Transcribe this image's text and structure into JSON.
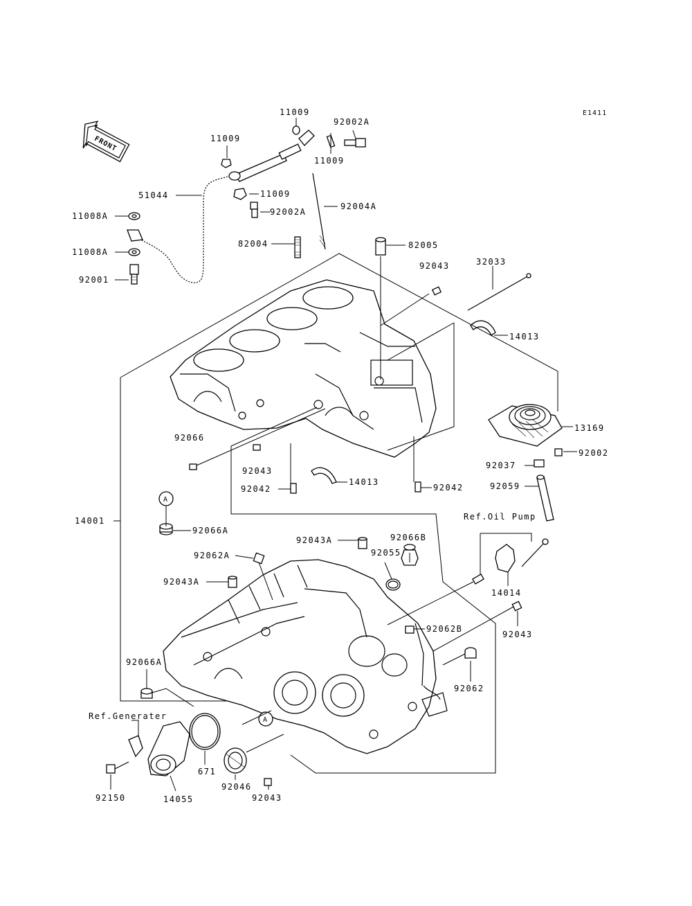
{
  "diagram_code": "E1411",
  "front_label": "FRONT",
  "circle_marker": "A",
  "labels": {
    "p11009_a": "11009",
    "p92002a_a": "92002A",
    "p11009_b": "11009",
    "p11009_c": "11009",
    "p11009_d": "11009",
    "p51044": "51044",
    "p92002a_b": "92002A",
    "p92004a": "92004A",
    "p11008a_a": "11008A",
    "p11008a_b": "11008A",
    "p92001": "92001",
    "p82004": "82004",
    "p82005": "82005",
    "p92043_a": "92043",
    "p32033": "32033",
    "p14013_a": "14013",
    "p13169": "13169",
    "p92002": "92002",
    "p92037": "92037",
    "p92059": "92059",
    "p92066": "92066",
    "p92043_b": "92043",
    "p14013_b": "14013",
    "p92042_a": "92042",
    "p92042_b": "92042",
    "p14001": "14001",
    "p92066a_a": "92066A",
    "p92043a_a": "92043A",
    "p92066b": "92066B",
    "p92055": "92055",
    "p92062a": "92062A",
    "p92043a_b": "92043A",
    "ref_oil_pump": "Ref.Oil Pump",
    "p14014": "14014",
    "p92043_c": "92043",
    "p92062b": "92062B",
    "p92066a_b": "92066A",
    "p92062": "92062",
    "ref_generater": "Ref.Generater",
    "p92150": "92150",
    "p14055": "14055",
    "p671": "671",
    "p92046": "92046",
    "p92043_d": "92043"
  }
}
